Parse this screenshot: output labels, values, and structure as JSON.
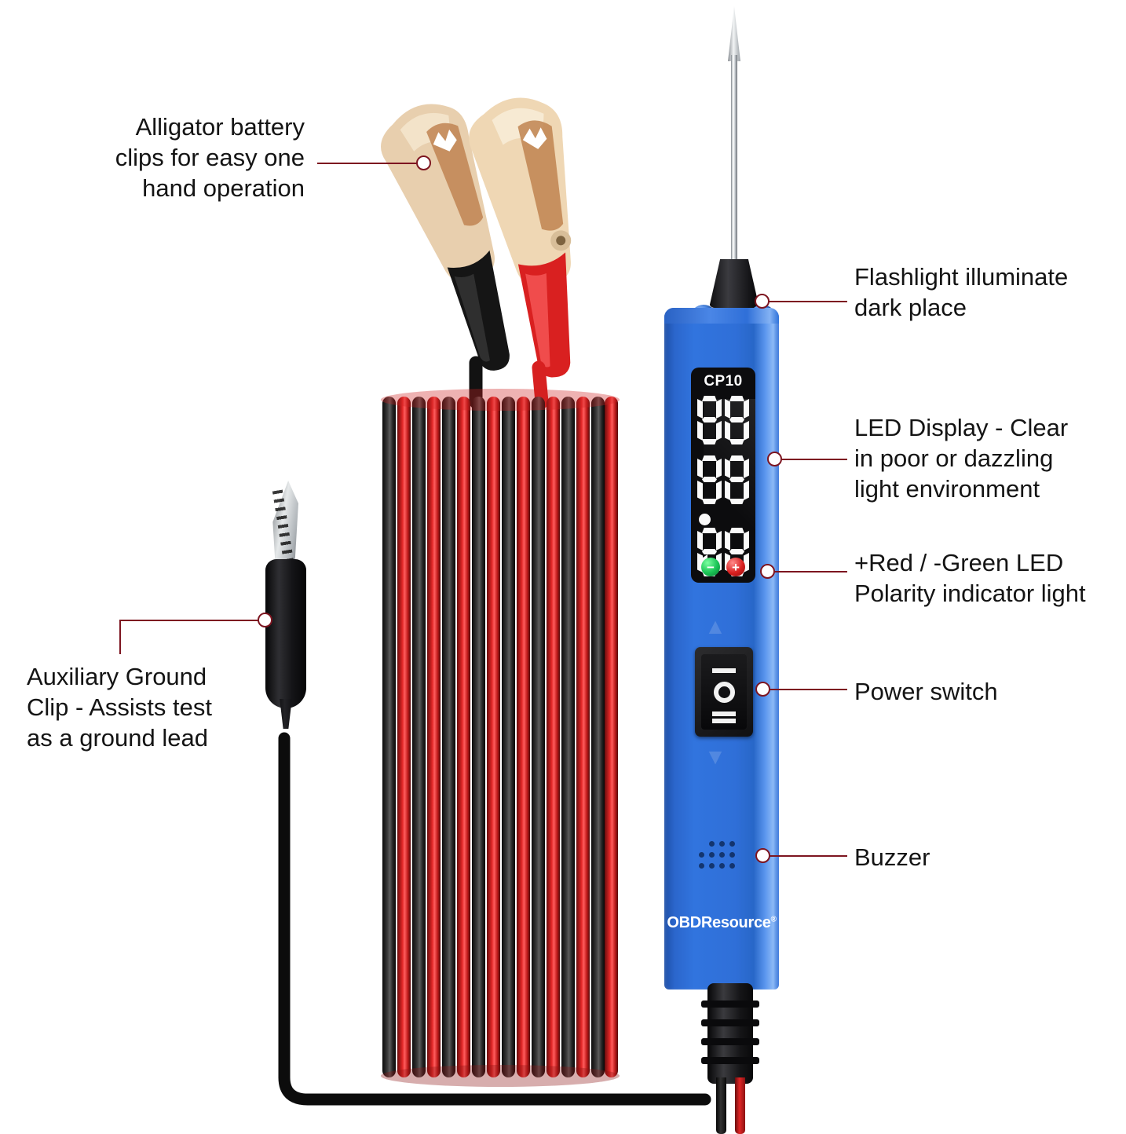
{
  "product": {
    "brand": "OBDResource",
    "brand_mark": "®",
    "model": "CP10",
    "display_digits": [
      "88",
      "88",
      "88"
    ],
    "polarity_negative": "−",
    "polarity_positive": "+",
    "switch_symbols": {
      "top": "bar",
      "middle": "circle",
      "bottom": "double-bar"
    },
    "body_color": "#2f6fd8",
    "accent_color": "#7d1520",
    "led_negative_color": "#18c254",
    "led_positive_color": "#d81f1f"
  },
  "annotations": [
    {
      "id": "alligator-clips",
      "text": "Alligator battery\nclips for easy one\nhand operation",
      "align": "right"
    },
    {
      "id": "flashlight",
      "text": "Flashlight illuminate\ndark place",
      "align": "left"
    },
    {
      "id": "led-display",
      "text": "LED Display - Clear\nin poor or dazzling\nlight environment",
      "align": "left"
    },
    {
      "id": "polarity",
      "text": "+Red / -Green LED\nPolarity indicator light",
      "align": "left"
    },
    {
      "id": "power-switch",
      "text": "Power switch",
      "align": "left"
    },
    {
      "id": "buzzer",
      "text": "Buzzer",
      "align": "left"
    },
    {
      "id": "ground-clip",
      "text": "Auxiliary Ground\nClip - Assists test\nas a ground lead",
      "align": "left"
    }
  ]
}
